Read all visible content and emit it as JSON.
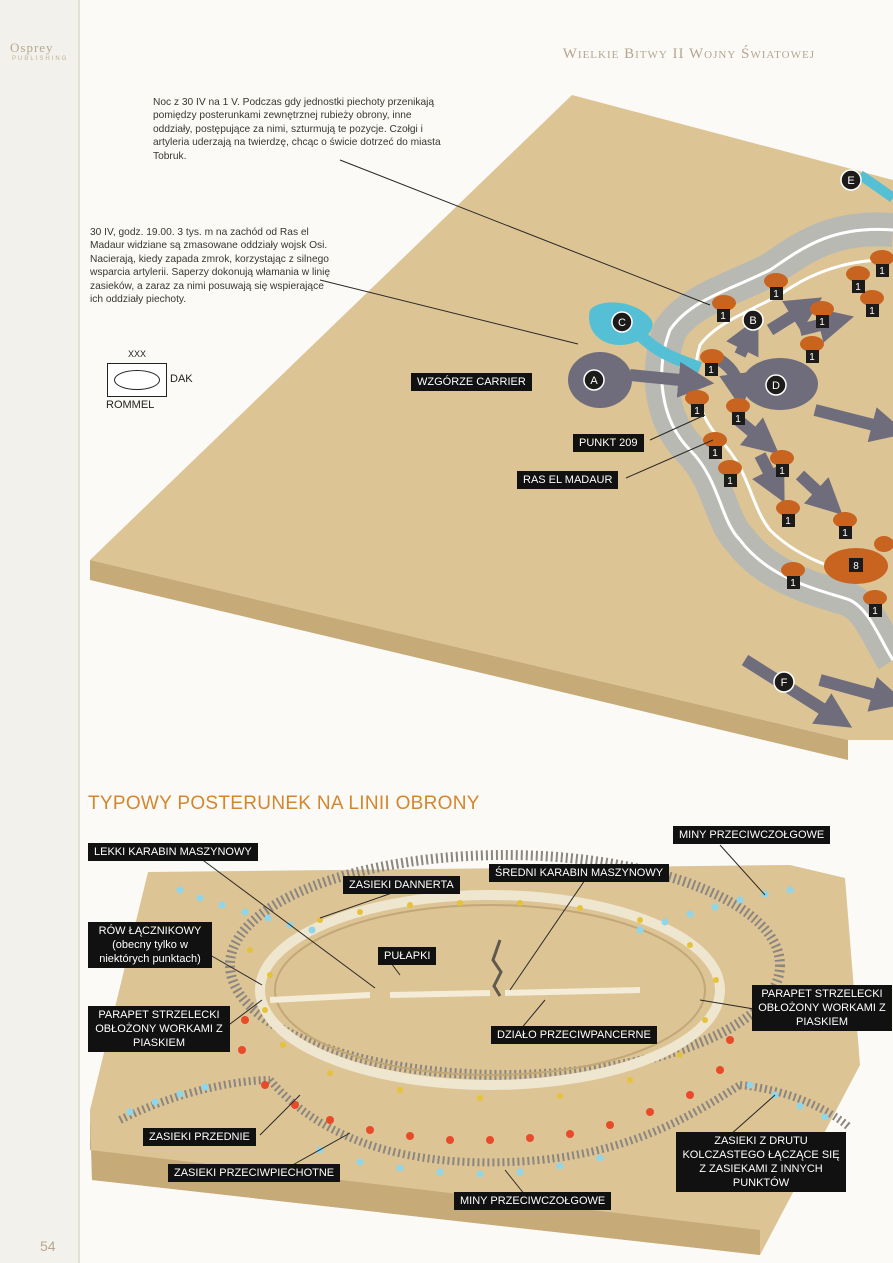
{
  "header": {
    "publisher": "Osprey",
    "publisher_sub": "PUBLISHING",
    "series_title": "Wielkie Bitwy II Wojny Światowej",
    "page_number": "54"
  },
  "map": {
    "note_night": "Noc z 30 IV na 1 V. Podczas gdy jednostki piechoty przenikają pomiędzy posterunkami zewnętrznej rubieży obrony, inne oddziały, postępujące za nimi, szturmują te pozycje. Czołgi i artyleria uderzają na twierdzę, chcąc o świcie dotrzeć do miasta Tobruk.",
    "note_evening": "30 IV, godz. 19.00. 3 tys. m na zachód od Ras el Madaur widziane są zmasowane oddziały wojsk Osi. Nacierają, kiedy zapada zmrok, korzystając z silnego wsparcia artylerii. Saperzy dokonują włamania w linię zasieków, a zaraz za nimi posuwają się wspierające ich oddziały piechoty.",
    "unit_symbol": {
      "size": "XXX",
      "name": "DAK",
      "commander": "ROMMEL"
    },
    "labels": {
      "carrier_hill": "WZGÓRZE CARRIER",
      "point_209": "PUNKT 209",
      "ras_el_madaur": "RAS EL MADAUR"
    },
    "markers": {
      "A": "A",
      "B": "B",
      "C": "C",
      "D": "D",
      "E": "E",
      "F": "F"
    },
    "post_label": "1",
    "post_label_big": "8",
    "colors": {
      "desert": "#dcc495",
      "axis": "#6f6d7c",
      "allied": "#c8641f",
      "wire": "#b9b9b4",
      "water": "#55bfd6"
    }
  },
  "diagram": {
    "title": "TYPOWY POSTERUNEK NA LINII OBRONY",
    "labels": {
      "light_mg": "LEKKI KARABIN MASZYNOWY",
      "dannert": "ZASIEKI DANNERTA",
      "medium_mg": "ŚREDNI KARABIN MASZYNOWY",
      "antitank_mines_top": "MINY PRZECIWCZOŁGOWE",
      "comm_trench": "RÓW ŁĄCZNIKOWY",
      "comm_trench_note": "(obecny tylko w niektórych punktach)",
      "traps": "PUŁAPKI",
      "parapet_left": "PARAPET STRZELECKI OBŁOŻONY WORKAMI Z PIASKIEM",
      "parapet_right": "PARAPET STRZELECKI OBŁOŻONY WORKAMI Z PIASKIEM",
      "antitank_gun": "DZIAŁO PRZECIWPANCERNE",
      "front_wire": "ZASIEKI PRZEDNIE",
      "antipersonnel_wire": "ZASIEKI PRZECIWPIECHOTNE",
      "antitank_mines_bottom": "MINY PRZECIWCZOŁGOWE",
      "connecting_wire": "ZASIEKI Z DRUTU KOLCZASTEGO ŁĄCZĄCE SIĘ Z ZASIEKAMI Z INNYCH PUNKTÓW"
    }
  }
}
